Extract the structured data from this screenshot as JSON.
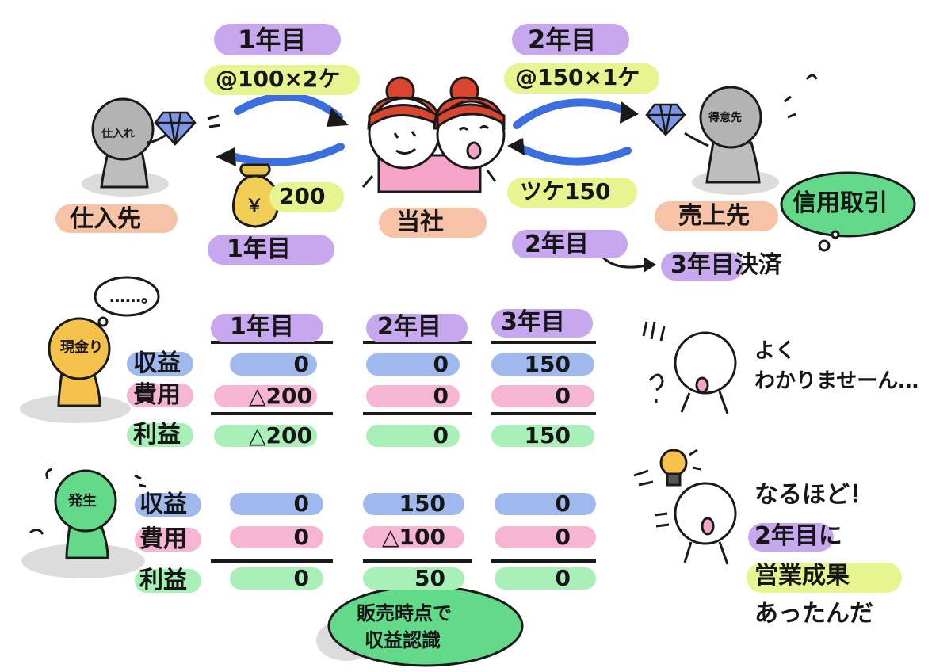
{
  "flow": {
    "year1_top": "1年目",
    "year1_qty": "@100×2ケ",
    "year2_top": "2年目",
    "year2_qty": "@150×1ケ",
    "cash_amount": "200",
    "tsuke": "ツケ150",
    "year1_bottom": "1年目",
    "year2_bottom": "2年目",
    "settle": "3年目決済",
    "credit_bubble": "信用取引",
    "supplier_label": "仕入先",
    "company_label": "当社",
    "customer_label": "売上先",
    "supplier_head": "仕入れ",
    "customer_head": "得意先",
    "yen_mark": "￥"
  },
  "tables": {
    "headers": [
      "1年目",
      "2年目",
      "3年目"
    ],
    "cash": {
      "head_label": "現金り",
      "thought": "……。",
      "rows": [
        {
          "label": "収益",
          "values": [
            "0",
            "0",
            "150"
          ]
        },
        {
          "label": "費用",
          "values": [
            "△200",
            "0",
            "0"
          ]
        },
        {
          "label": "利益",
          "values": [
            "△200",
            "0",
            "150"
          ]
        }
      ]
    },
    "accrual": {
      "head_label": "発生",
      "rows": [
        {
          "label": "収益",
          "values": [
            "0",
            "150",
            "0"
          ]
        },
        {
          "label": "費用",
          "values": [
            "0",
            "△100",
            "0"
          ]
        },
        {
          "label": "利益",
          "values": [
            "0",
            "50",
            "0"
          ]
        }
      ],
      "note": [
        "販売時点で",
        "収益認識"
      ]
    }
  },
  "comments": {
    "confused": [
      "よく",
      "わかりませーん…"
    ],
    "idea": [
      "なるほど！",
      "2年目に",
      "営業成果",
      "あったんだ"
    ]
  },
  "colors": {
    "purple": "#c7a8ee",
    "yellow_green": "#e6f58f",
    "peach": "#f6c3a6",
    "blue": "#9fb8ee",
    "pink": "#f5b5d3",
    "green": "#a9f0b8",
    "arrow_blue": "#3b6fe0",
    "hair_red": "#d9452e"
  },
  "icons": [
    "diamond-icon",
    "money-bag-icon",
    "lightbulb-icon",
    "speech-bubble-icon"
  ]
}
